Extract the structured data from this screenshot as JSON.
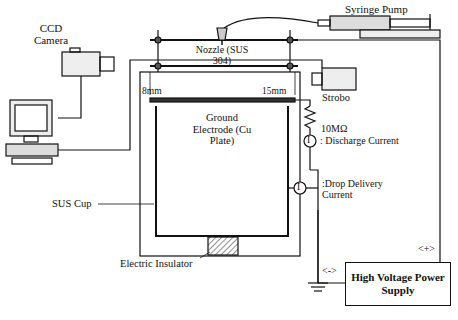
{
  "diagram": {
    "nodes": [
      {
        "text": [
          "High Voltage Power Supply"
        ]
      }
    ],
    "labels": [
      "CCD Camera",
      "Syringe Pump",
      "Nozzle (SUS 304)",
      "Strobo",
      "8mm",
      "15mm",
      "Ground Electrode (Cu Plate)",
      "10MΩ",
      "I",
      ": Discharge Current",
      "I",
      ":Drop Delivery Current",
      "SUS Cup",
      "Electric Insulator",
      "<+>",
      "<->"
    ]
  }
}
